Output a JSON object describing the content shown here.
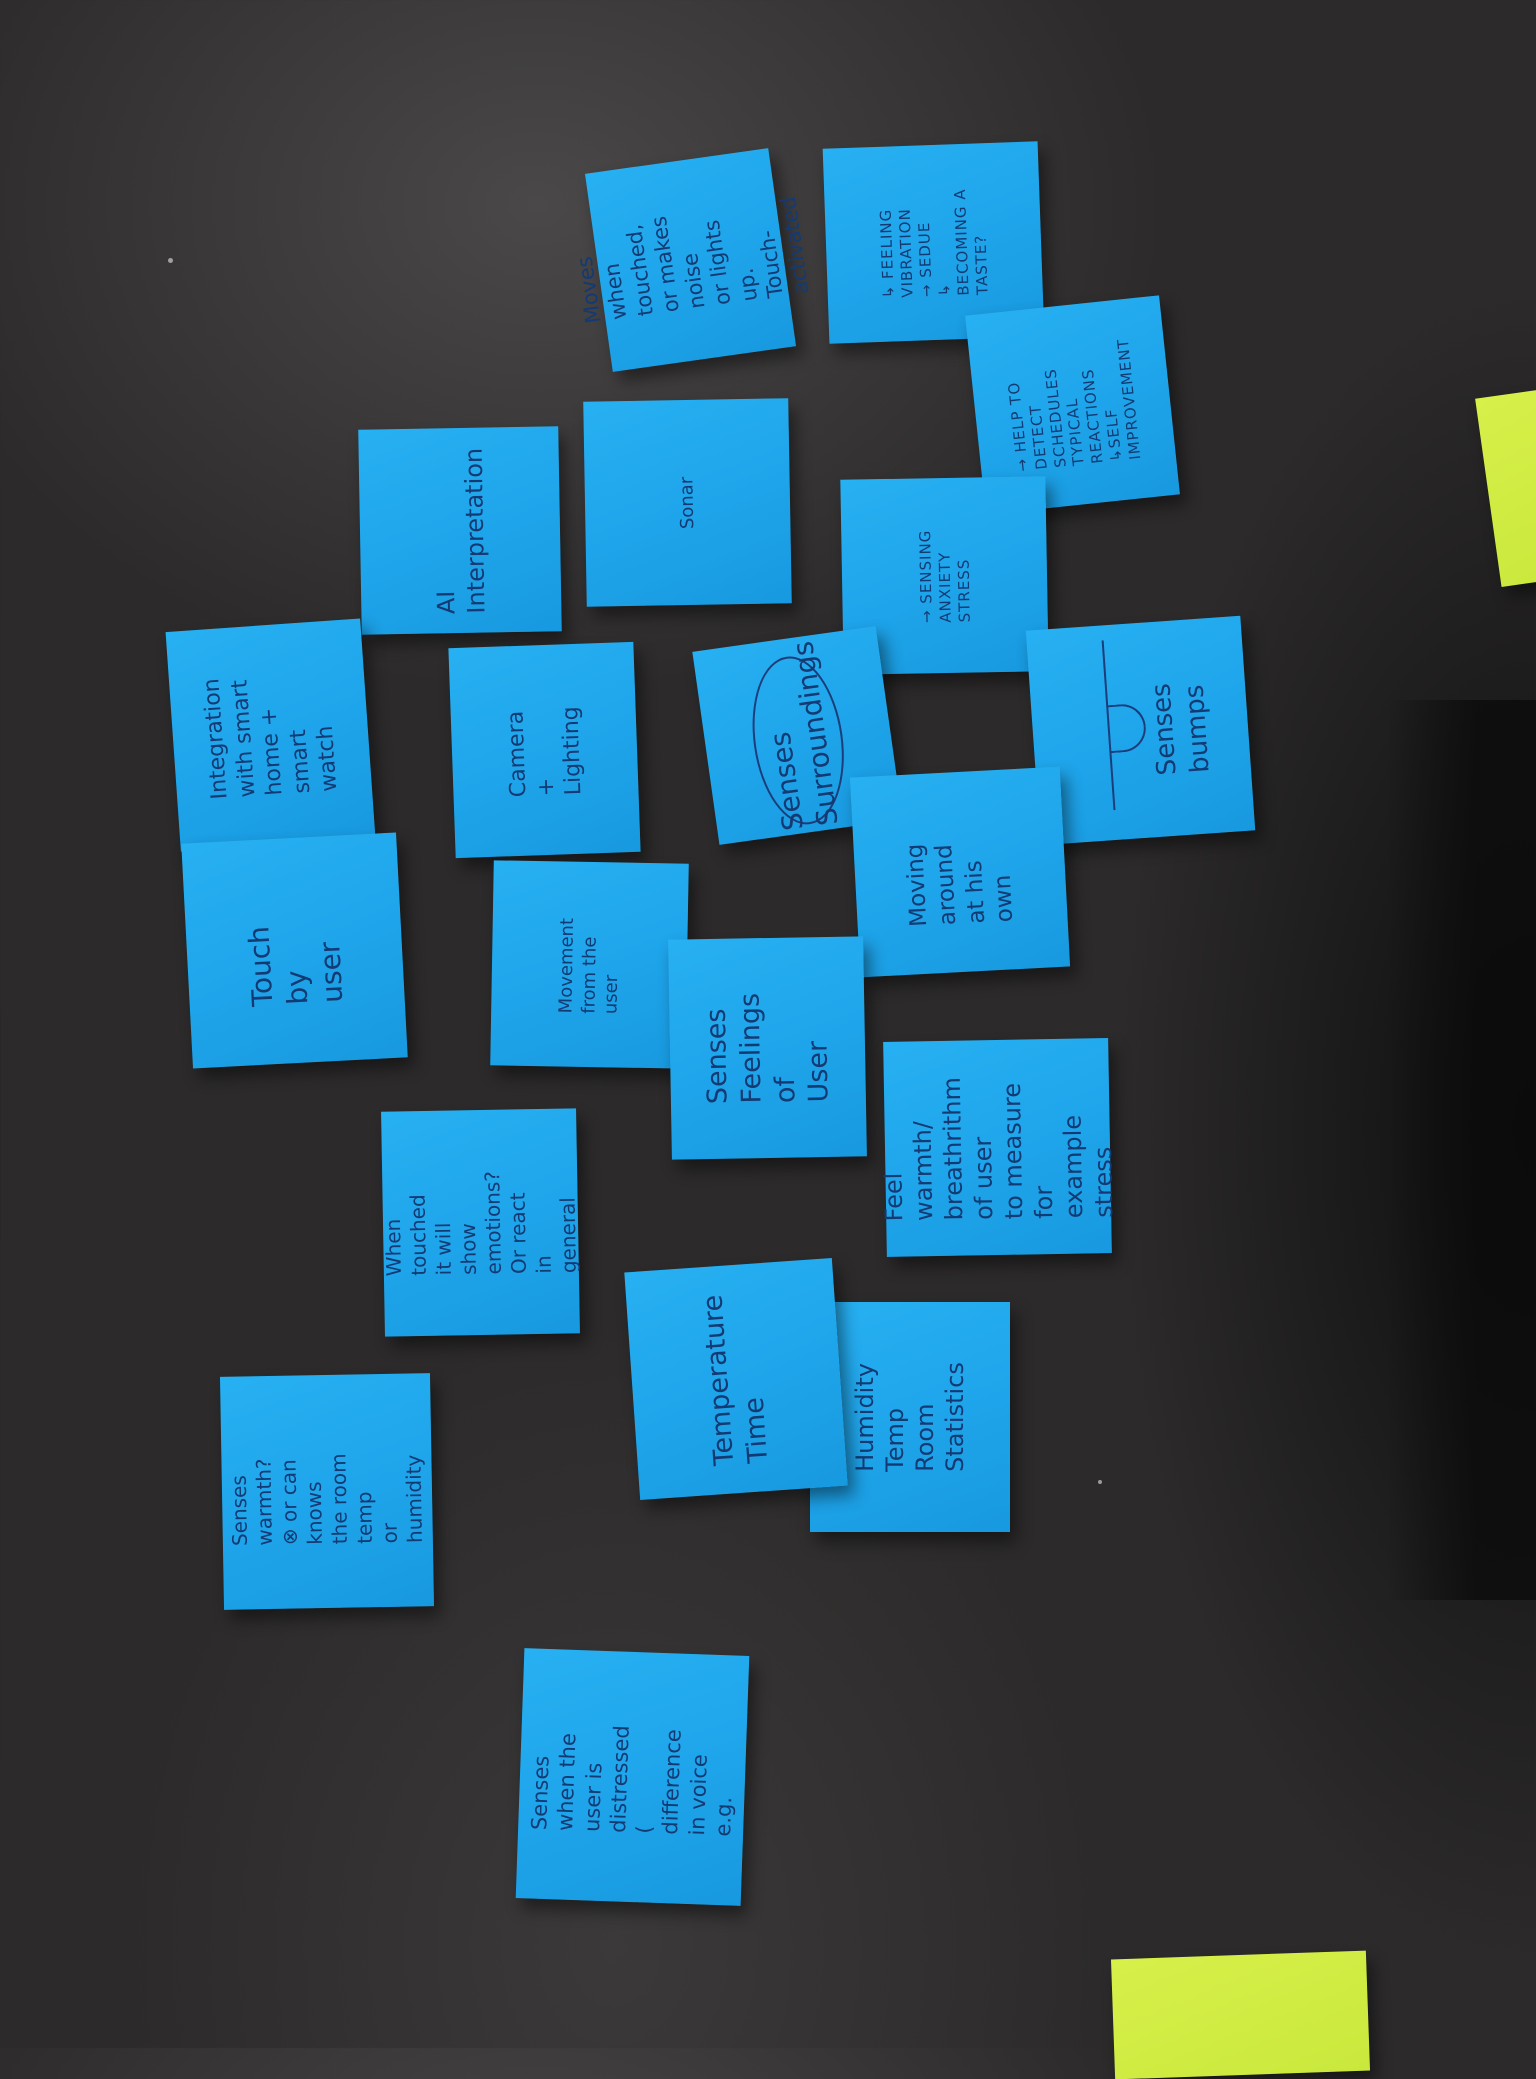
{
  "colors": {
    "table": "#2c2a2a",
    "note_blue": "#22aaf0",
    "note_green": "#d0ec44",
    "ink": "#133a73"
  },
  "notes": {
    "touch_activated": "Moves when\ntouched,\nor makes noise\nor lights up.\nTouch-activated",
    "feeling_vibration": "↳ FEELING\n   VIBRATION\n→ SEDUE\n↳ BECOMING A\n   TASTE?",
    "help_detect": "→ HELP TO\n   DETECT\n   SCHEDULES\n   TYPICAL REACTIONS\n   ↳SELF IMPROVEMENT",
    "sonar": "Sonar",
    "ai_interpretation": "AI\nInterpretation",
    "sensing_anxiety": "→ SENSING\n   ANXIETY\n   STRESS",
    "integration_smart_home": "Integration\nwith smart\nhome + smart watch",
    "camera_lighting": "Camera\n+ Lighting",
    "senses_surroundings": "Senses\nSurroundings",
    "senses_bumps": "Senses bumps",
    "touch_by_user": "Touch by\nuser",
    "movement_from_user": "Movement\nfrom the user",
    "moving_around": "Moving around\nat his own",
    "senses_feelings": "Senses\nFeelings of\nUser",
    "feel_warmth": "Feel warmth/\nbreathrithm\nof user\nto measure for\nexample stress",
    "when_touched": "When touched\nit will show\nemotions?\nOr react in\ngeneral",
    "temperature_time": "Temperature\nTime",
    "humidity_room": "Humidity\nTemp Room\nStatistics",
    "senses_warmth": "Senses warmth?\n⊗ or can knows\nthe room temp\nor humidity",
    "senses_distressed": "Senses when the\nuser is distressed\n( difference in voice\ne.g."
  }
}
